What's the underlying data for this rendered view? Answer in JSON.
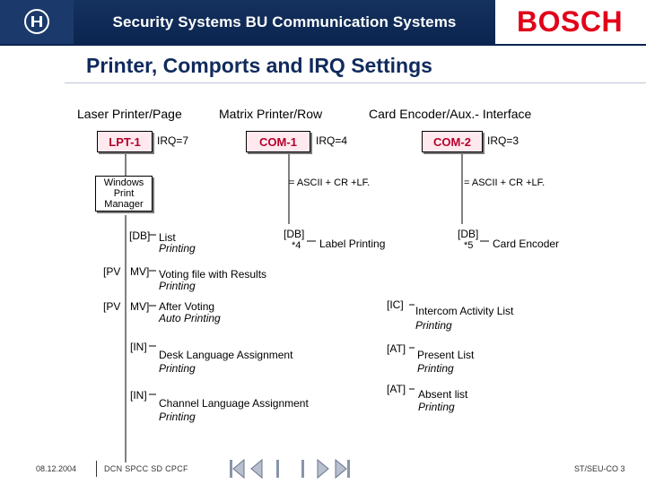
{
  "header": {
    "title": "Security Systems BU Communication Systems",
    "brand": "BOSCH"
  },
  "page": {
    "title": "Printer, Comports and IRQ Settings"
  },
  "columns": {
    "laser": "Laser Printer/Page",
    "matrix": "Matrix Printer/Row",
    "card": "Card Encoder/Aux.- Interface"
  },
  "ports": {
    "lpt1": {
      "label": "LPT-1",
      "irq": "IRQ=7"
    },
    "com1": {
      "label": "COM-1",
      "irq": "IRQ=4"
    },
    "com2": {
      "label": "COM-2",
      "irq": "IRQ=3"
    }
  },
  "windows_print_manager": "Windows Print Manager",
  "ascii": {
    "com1": "= ASCII + CR +LF.",
    "com2": "= ASCII + CR +LF."
  },
  "laser_items": [
    {
      "tag": "[DB]",
      "line1": "List",
      "line2": "Printing"
    },
    {
      "tag": "MV]",
      "prefix": "[PV",
      "line1": "Voting file with Results",
      "line2": "Printing"
    },
    {
      "tag": "MV]",
      "prefix": "[PV",
      "line1": "After Voting",
      "line2": "Auto Printing"
    },
    {
      "tag": "[IN]",
      "line1": "Desk Language Assignment",
      "line2": "Printing"
    },
    {
      "tag": "[IN]",
      "line1": "Channel Language Assignment",
      "line2": "Printing"
    }
  ],
  "matrix_item": {
    "tag": "[DB]",
    "note": "*4",
    "label": "Label Printing"
  },
  "card_item": {
    "tag": "[DB]",
    "note": "*5",
    "label": "Card Encoder"
  },
  "right_items": [
    {
      "tag": "[IC]",
      "line1": "Intercom Activity List",
      "line2": "Printing"
    },
    {
      "tag": "[AT]",
      "line1": "Present List",
      "line2": "Printing"
    },
    {
      "tag": "[AT]",
      "line1": "Absent list",
      "line2": "Printing"
    }
  ],
  "footer": {
    "date": "08.12.2004",
    "dept": "DCN SPCC SD CPCF",
    "page": "ST/SEU-CO 3"
  },
  "colors": {
    "header_bg": "#0b2550",
    "brand_red": "#e2001a",
    "port_fill": "#ffe9ee",
    "port_text": "#b4002c"
  }
}
